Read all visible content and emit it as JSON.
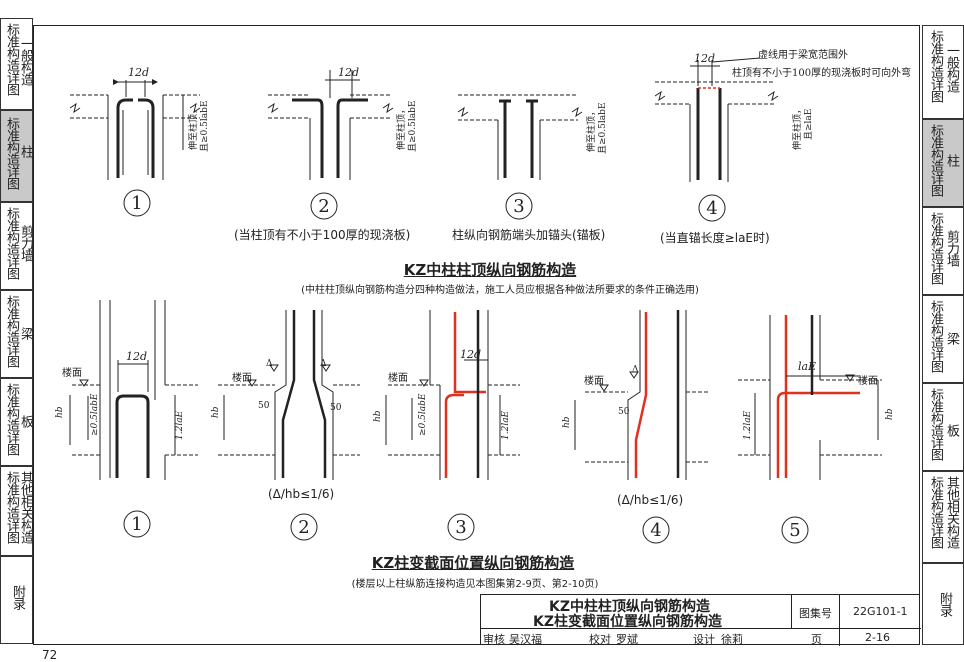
{
  "left_tabs": [
    {
      "vert": "标准构造详图",
      "side": "一般构造",
      "active": false
    },
    {
      "vert": "标准构造详图",
      "side": "柱",
      "active": true
    },
    {
      "vert": "标准构造详图",
      "side": "剪力墙",
      "active": false
    },
    {
      "vert": "标准构造详图",
      "side": "梁",
      "active": false
    },
    {
      "vert": "标准构造详图",
      "side": "板",
      "active": false
    },
    {
      "vert": "标准构造详图",
      "side": "其他相关构造",
      "active": false
    },
    {
      "vert": "附录",
      "side": "",
      "active": false
    }
  ],
  "right_tabs": [
    {
      "vert": "标准构造详图",
      "side": "一般构造",
      "active": false
    },
    {
      "vert": "标准构造详图",
      "side": "柱",
      "active": true
    },
    {
      "vert": "标准构造详图",
      "side": "剪力墙",
      "active": false
    },
    {
      "vert": "标准构造详图",
      "side": "梁",
      "active": false
    },
    {
      "vert": "标准构造详图",
      "side": "板",
      "active": false
    },
    {
      "vert": "标准构造详图",
      "side": "其他相关构造",
      "active": false
    },
    {
      "vert": "附录",
      "side": "",
      "active": false
    }
  ],
  "top_section": {
    "title": "KZ中柱柱顶纵向钢筋构造",
    "subtitle": "(中柱柱顶纵向钢筋构造分四种构造做法，施工人员应根据各种做法所要求的条件正确选用)",
    "dim_12d": "12d",
    "vertical_note_a": "伸至柱顶，",
    "vertical_note_b": "且≥0.5labE",
    "vertical_note_c": "且≥laE",
    "note_dashed": "虚线用于梁宽范围外",
    "note_outward": "柱顶有不小于100厚的现浇板时可向外弯",
    "diagrams": [
      {
        "num": "1",
        "caption": ""
      },
      {
        "num": "2",
        "caption": "(当柱顶有不小于100厚的现浇板)"
      },
      {
        "num": "3",
        "caption": "柱纵向钢筋端头加锚头(锚板)"
      },
      {
        "num": "4",
        "caption": "(当直锚长度≥laE时)"
      }
    ]
  },
  "bottom_section": {
    "title": "KZ柱变截面位置纵向钢筋构造",
    "subtitle": "(楼层以上柱纵筋连接构造见本图集第2-9页、第2-10页)",
    "floor_label": "楼面",
    "dim_12d": "12d",
    "dim_hb": "hb",
    "dim_05": "≥0.5labE",
    "dim_12": "1.2laE",
    "dim_50": "50",
    "dim_delta": "Δ",
    "dim_lae": "laE",
    "diagrams": [
      {
        "num": "1",
        "caption": ""
      },
      {
        "num": "2",
        "caption": "(Δ/hb≤1/6)"
      },
      {
        "num": "3",
        "caption": ""
      },
      {
        "num": "4",
        "caption": "(Δ/hb≤1/6)"
      },
      {
        "num": "5",
        "caption": ""
      }
    ]
  },
  "title_block": {
    "title_line1": "KZ中柱柱顶纵向钢筋构造",
    "title_line2": "KZ柱变截面位置纵向钢筋构造",
    "atlas_label": "图集号",
    "atlas_no": "22G101-1",
    "page_label": "页",
    "page_no": "2-16",
    "review_label": "审核",
    "reviewer": "吴汉福",
    "check_label": "校对",
    "checker": "罗斌",
    "design_label": "设计",
    "designer": "徐莉"
  },
  "page_number": "72",
  "colors": {
    "rebar_red": "#e0301e",
    "line": "#222222",
    "tab_active": "#c9c9c9"
  }
}
